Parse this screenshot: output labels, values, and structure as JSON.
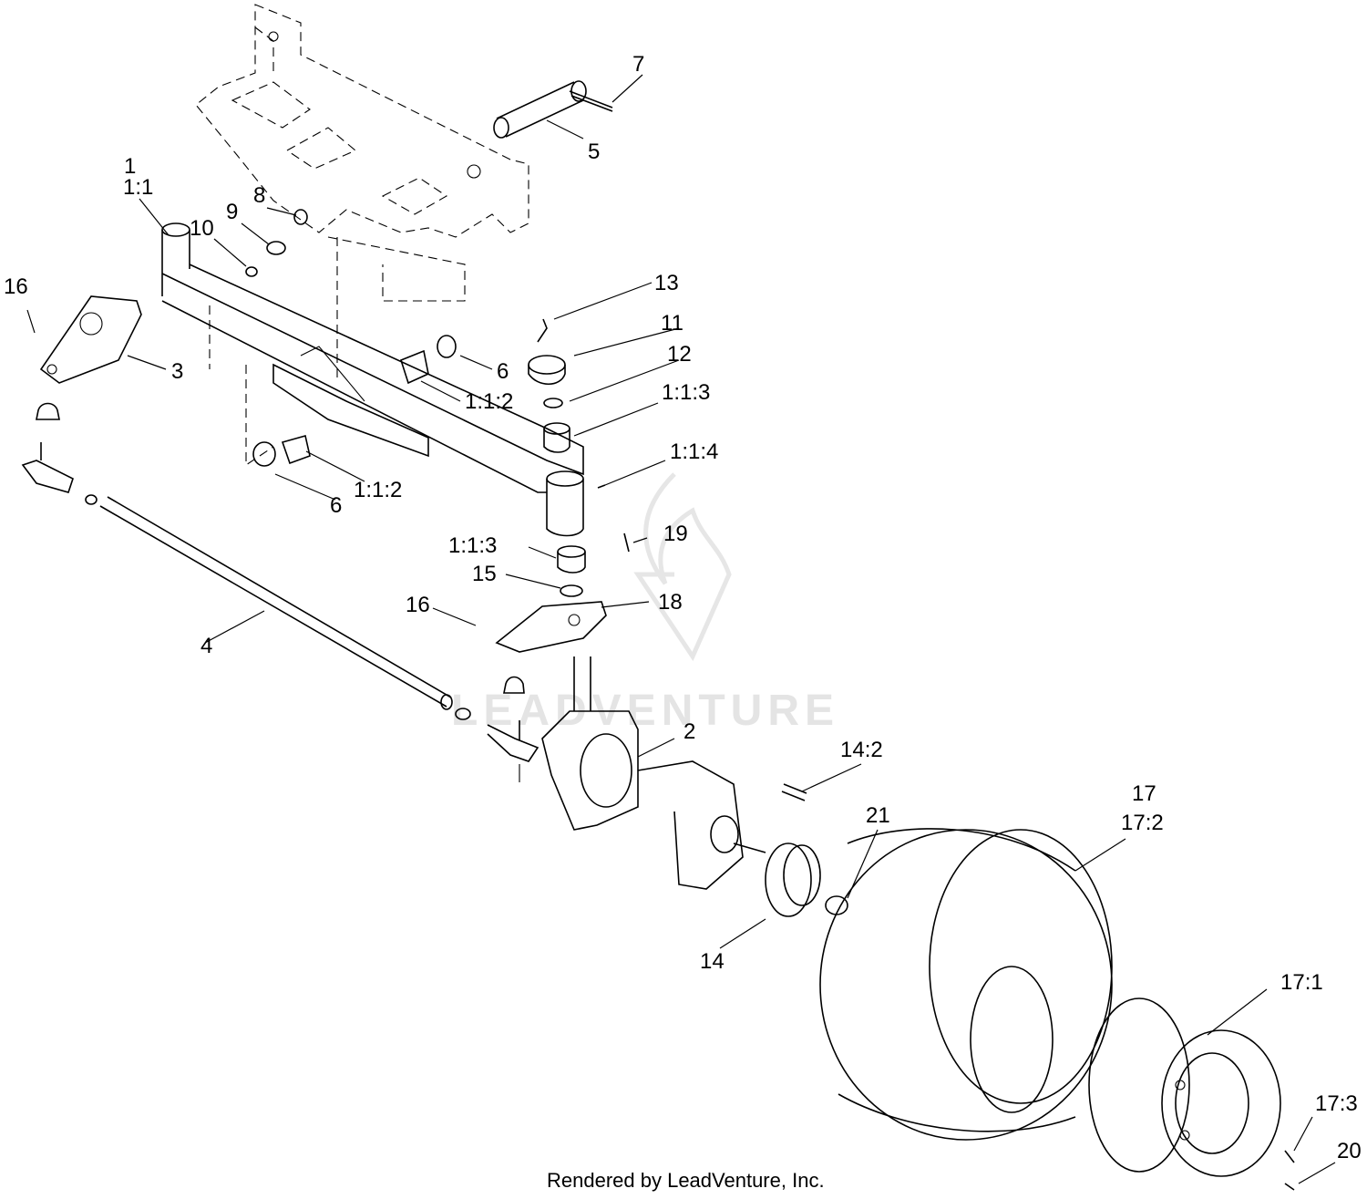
{
  "watermark": {
    "text": "LEADVENTURE"
  },
  "footer": {
    "credit": "Rendered by LeadVenture, Inc."
  },
  "callouts": {
    "c1": "1",
    "c1_1": "1:1",
    "c2": "2",
    "c3": "3",
    "c4": "4",
    "c5": "5",
    "c6a": "6",
    "c6b": "6",
    "c7": "7",
    "c8": "8",
    "c9": "9",
    "c10": "10",
    "c11": "11",
    "c12": "12",
    "c13": "13",
    "c14": "14",
    "c14_2": "14:2",
    "c15": "15",
    "c16a": "16",
    "c16b": "16",
    "c17": "17",
    "c17_1": "17:1",
    "c17_2": "17:2",
    "c17_3": "17:3",
    "c18": "18",
    "c19": "19",
    "c20": "20",
    "c21": "21",
    "c1_1_2a": "1:1:2",
    "c1_1_2b": "1:1:2",
    "c1_1_3a": "1:1:3",
    "c1_1_3b": "1:1:3",
    "c1_1_4": "1:1:4"
  }
}
